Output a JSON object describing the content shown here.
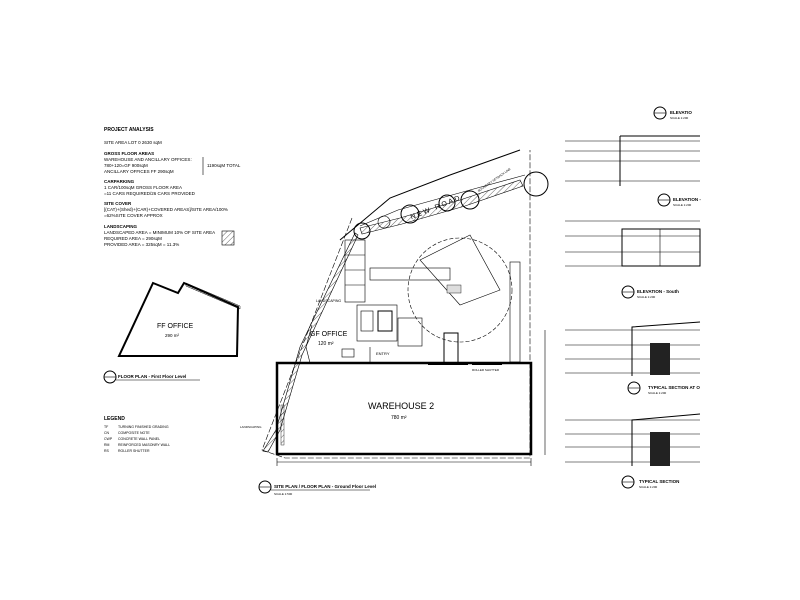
{
  "analysis": {
    "title": "PROJECT ANALYSIS",
    "site_area": "SITE AREA     LOT 0 2630 sqM",
    "gfa_heading": "GROSS FLOOR AREAS",
    "gfa_line1": "WAREHOUSE AND ANCILLARY OFFICES:",
    "gfa_line2": "780+120=GF 900sqM",
    "gfa_line3": "ANCILLARY OFFICES FF 290sqM",
    "gfa_total": "1190sqM TOTAL",
    "carparking_heading": "CARPARKING",
    "carparking_line1": "1 CAR/100sqM GROSS FLOOR AREA",
    "carparking_line2": "=11  CARS REQUIRED/26 CARS PROVIDED",
    "site_cover_heading": "SITE COVER",
    "site_cover_line1": "[(CAT)+(Shed)+(CAR)+COVERED AREAS]/SITE AREA/100%",
    "site_cover_line2": "=62%SITE COVER APPROX",
    "landscaping_heading": "LANDSCAPING",
    "landscaping_line1": "LANDSCAPED AREA = MINIMUM 10% OF SITE AREA",
    "landscaping_line2": "REQUIRED AREA = 290sqM",
    "landscaping_line3": "PROVIDED AREA = 325sqM = 11.3%"
  },
  "ff_plan": {
    "room_name": "FF OFFICE",
    "room_area": "290 m²",
    "caption": "FLOOR PLAN - First Floor Level"
  },
  "legend": {
    "title": "LEGEND",
    "items": [
      "TURNING FINISHED GRADING",
      "COMPOSITE NOTE",
      "CONCRETE WALL PANEL",
      "REINFORCED MASONRY WALL",
      "ROLLER SHUTTER"
    ]
  },
  "site_plan": {
    "road_name": "NEW ROAD",
    "boundary_note": "BOUNDARY SETBACK LINE",
    "landscaping_label": "LANDSCAPING",
    "gf_office_name": "GF OFFICE",
    "gf_office_area": "120 m²",
    "entry_label": "ENTRY",
    "warehouse_name": "WAREHOUSE 2",
    "warehouse_area": "780 m²",
    "landscaping_left": "LANDSCAPING",
    "awning_note": "ROLLER SHUTTER",
    "caption": "SITE PLAN / FLOOR PLAN - Ground Floor Level",
    "scale": "SCALE 1:500"
  },
  "elevations": {
    "elevation_label": "ELEVATION -",
    "elevation_south": "ELEVATION - South",
    "section_1": "TYPICAL SECTION AT O",
    "section_2": "TYPICAL SECTION",
    "top_label": "ELEVATIO",
    "scale": "SCALE 1:200"
  }
}
